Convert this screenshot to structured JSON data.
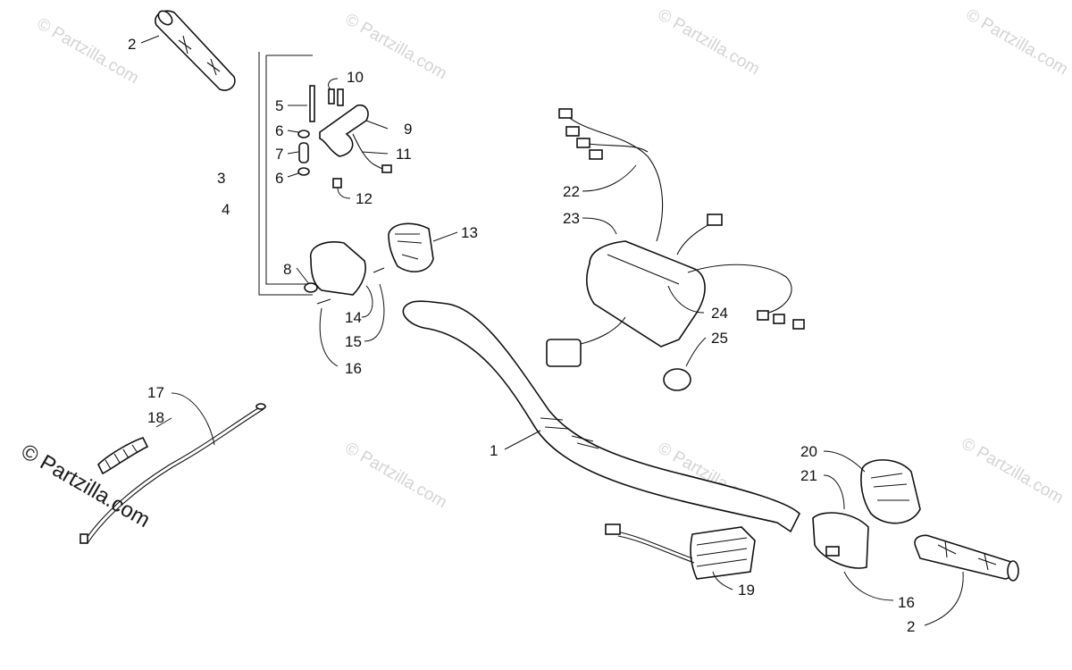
{
  "watermark": {
    "text": "© Partzilla.com",
    "main_text": "© Partzilla.com"
  },
  "callouts": {
    "c1": "1",
    "c2a": "2",
    "c2b": "2",
    "c3": "3",
    "c4": "4",
    "c5": "5",
    "c6a": "6",
    "c6b": "6",
    "c7": "7",
    "c8": "8",
    "c9": "9",
    "c10": "10",
    "c11": "11",
    "c12": "12",
    "c13": "13",
    "c14": "14",
    "c15": "15",
    "c16a": "16",
    "c16b": "16",
    "c17": "17",
    "c18": "18",
    "c19": "19",
    "c20": "20",
    "c21": "21",
    "c22": "22",
    "c23": "23",
    "c24": "24",
    "c25": "25"
  }
}
